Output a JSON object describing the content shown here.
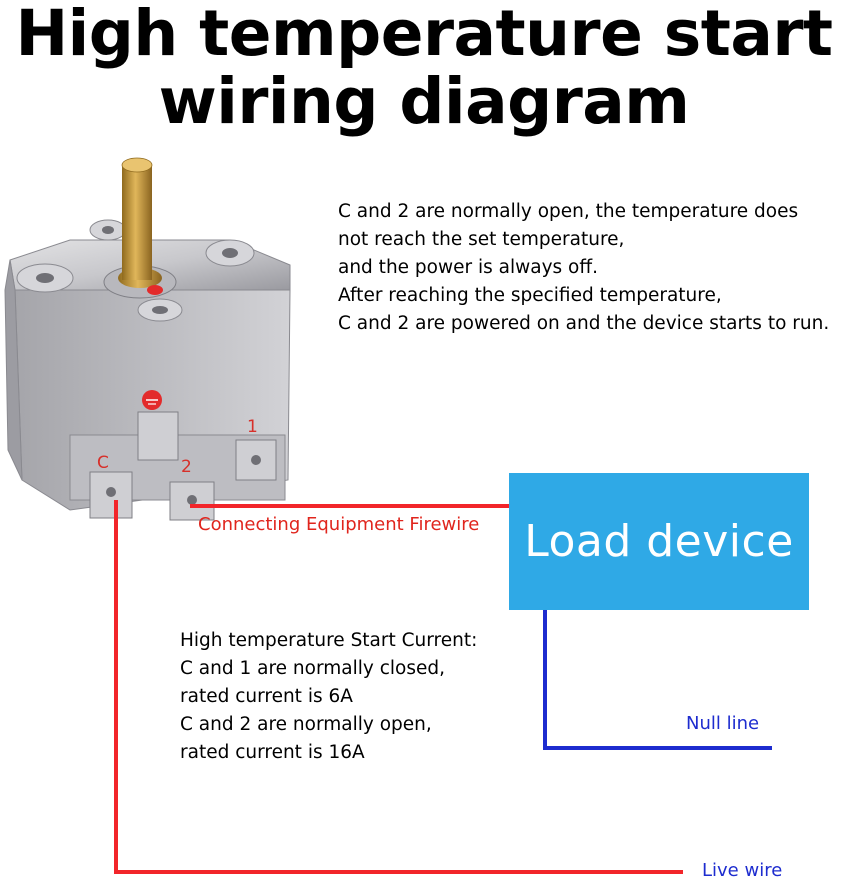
{
  "title": {
    "line1": "High temperature start",
    "line2": "wiring diagram"
  },
  "description": [
    "C and 2 are normally open, the temperature does",
    "not reach the set temperature,",
    "and the power is always off.",
    "After reaching the specified temperature,",
    "C and 2 are powered on and the device starts to run."
  ],
  "spec": [
    "High temperature Start Current:",
    "C and 1 are normally closed,",
    "rated current is 6A",
    "C and 2 are normally open,",
    "rated current is 16A"
  ],
  "load_device": "Load device",
  "wire_labels": {
    "fire": "Connecting Equipment Firewire",
    "null": "Null line",
    "live": "Live wire"
  },
  "terminals": {
    "c": "C",
    "t1": "1",
    "t2": "2"
  },
  "colors": {
    "fire_wire": "#f2252a",
    "null_wire": "#1d2ccf",
    "load_box": "#2fa9e6"
  }
}
